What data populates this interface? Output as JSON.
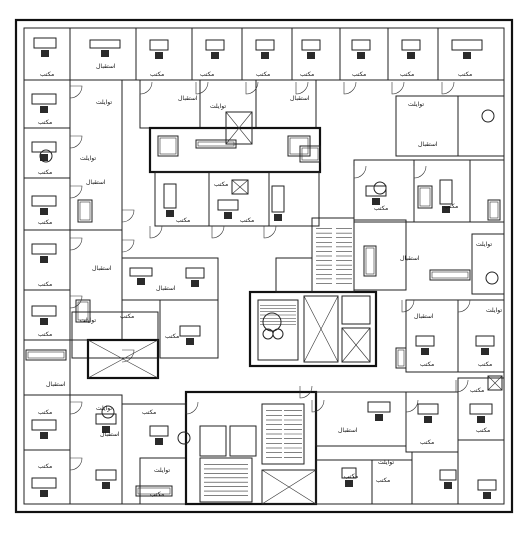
{
  "plan": {
    "labels": {
      "office": "مكتب",
      "reception": "استقبال",
      "toilet": "توايلت"
    },
    "colors": {
      "ink": "#111111",
      "background": "#ffffff"
    }
  }
}
